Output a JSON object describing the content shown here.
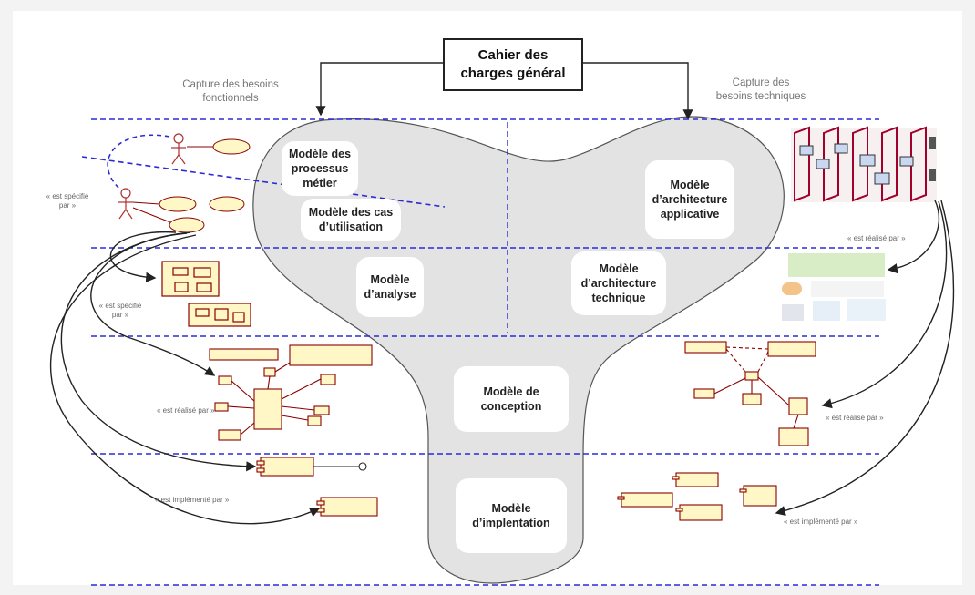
{
  "title": {
    "line1": "Cahier des",
    "line2": "charges général"
  },
  "left_header": {
    "line1": "Capture des besoins",
    "line2": "fonctionnels"
  },
  "right_header": {
    "line1": "Capture des",
    "line2": "besoins techniques"
  },
  "models": {
    "processus": {
      "line1": "Modèle des",
      "line2": "processus",
      "line3": "métier"
    },
    "cas": {
      "line1": "Modèle des cas",
      "line2": "d’utilisation"
    },
    "applicative": {
      "line1": "Modèle",
      "line2": "d’architecture",
      "line3": "applicative"
    },
    "analyse": {
      "line1": "Modèle",
      "line2": "d’analyse"
    },
    "technique": {
      "line1": "Modèle",
      "line2": "d’architecture",
      "line3": "technique"
    },
    "conception": {
      "line1": "Modèle de",
      "line2": "conception"
    },
    "implementation": {
      "line1": "Modèle",
      "line2": "d’implentation"
    }
  },
  "relations": {
    "specifie_1": {
      "line1": "« est spécifié",
      "line2": "par »"
    },
    "specifie_2": {
      "line1": "« est spécifié",
      "line2": "par »"
    },
    "realise_left": "« est réalisé par »",
    "implemente_left": "« est implémenté par »",
    "realise_right_top": "« est réalisé par »",
    "realise_right_mid": "« est réalisé par »",
    "implemente_right": "« est implémenté par »"
  },
  "colors": {
    "band_line": "#2b2bd6",
    "shape_fill": "#e3e3e3",
    "uml_border": "#8b0000",
    "uml_fill": "#fff7c6"
  }
}
